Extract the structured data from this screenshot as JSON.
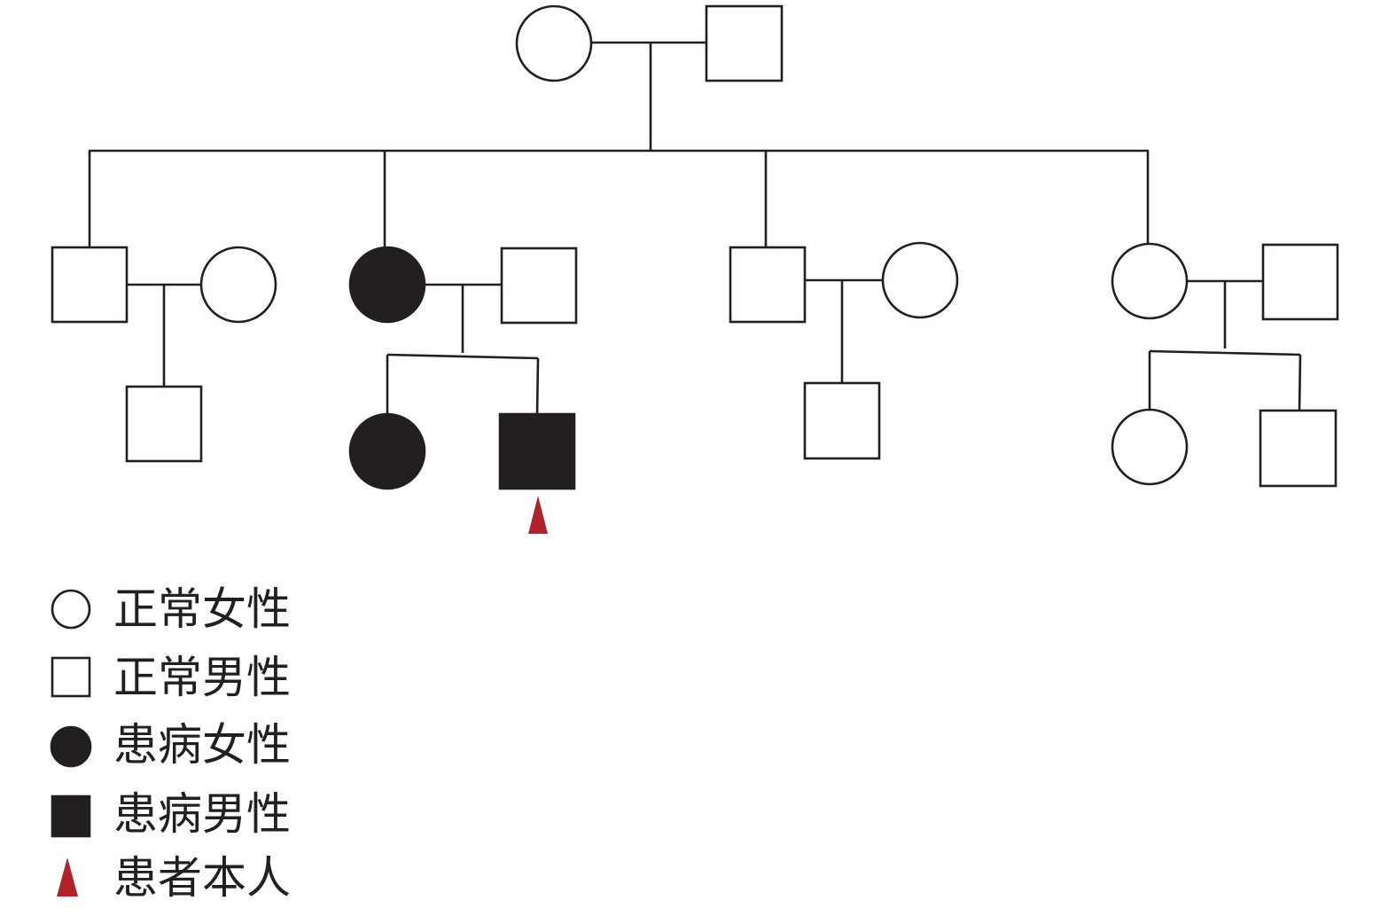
{
  "colors": {
    "line": "#231f20",
    "normal_fill": "#ffffff",
    "affected_fill": "#231f20",
    "proband_marker": "#b0232a"
  },
  "pedigree": {
    "generation_1": [
      {
        "sex": "female",
        "status": "normal"
      },
      {
        "sex": "male",
        "status": "normal"
      }
    ],
    "generation_2": [
      {
        "sex": "male",
        "status": "normal",
        "spouse": {
          "sex": "female",
          "status": "normal"
        },
        "children": [
          {
            "sex": "male",
            "status": "normal"
          }
        ]
      },
      {
        "sex": "female",
        "status": "affected",
        "spouse": {
          "sex": "male",
          "status": "normal"
        },
        "children": [
          {
            "sex": "female",
            "status": "affected"
          },
          {
            "sex": "male",
            "status": "affected",
            "proband": true
          }
        ]
      },
      {
        "sex": "male",
        "status": "normal",
        "spouse": {
          "sex": "female",
          "status": "normal"
        },
        "children": [
          {
            "sex": "male",
            "status": "normal"
          }
        ]
      },
      {
        "sex": "female",
        "status": "normal",
        "spouse": {
          "sex": "male",
          "status": "normal"
        },
        "children": [
          {
            "sex": "female",
            "status": "normal"
          },
          {
            "sex": "male",
            "status": "normal"
          }
        ]
      }
    ]
  },
  "legend": [
    {
      "icon": "circle-open-icon",
      "label": "正常女性"
    },
    {
      "icon": "square-open-icon",
      "label": "正常男性"
    },
    {
      "icon": "circle-filled-icon",
      "label": "患病女性"
    },
    {
      "icon": "square-filled-icon",
      "label": "患病男性"
    },
    {
      "icon": "proband-arrow-icon",
      "label": "患者本人"
    }
  ]
}
